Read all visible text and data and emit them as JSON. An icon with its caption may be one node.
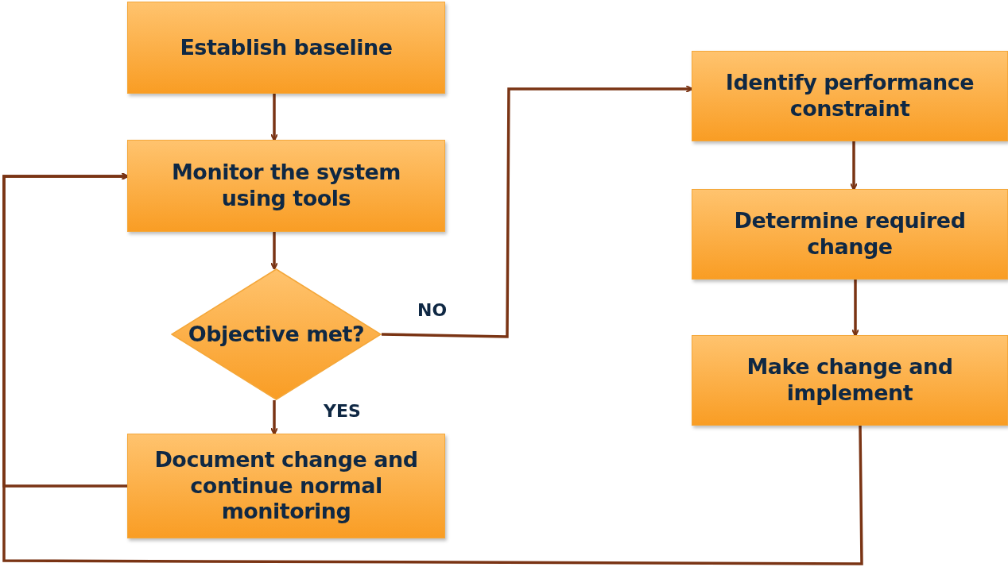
{
  "diagram": {
    "nodes": [
      {
        "text": [
          "Establish baseline"
        ]
      },
      {
        "text": [
          "Monitor the system using tools"
        ]
      },
      {
        "text": [
          "Objective met?"
        ]
      },
      {
        "text": [
          "Document change and continue normal monitoring"
        ]
      },
      {
        "text": [
          "Identify performance constraint"
        ]
      },
      {
        "text": [
          "Determine required change"
        ]
      },
      {
        "text": [
          "Make change and implement"
        ]
      }
    ],
    "edges": [
      {
        "from": 0,
        "to": 1,
        "arrow": "to"
      },
      {
        "from": 1,
        "to": 2,
        "arrow": "to"
      },
      {
        "from": 2,
        "to": 3,
        "arrow": "to",
        "label": "YES"
      },
      {
        "from": 2,
        "to": 4,
        "arrow": "to",
        "label": "NO"
      },
      {
        "from": 6,
        "to": 1,
        "arrow": "to"
      },
      {
        "from": 3,
        "to": 1,
        "arrow": "to"
      },
      {
        "from": 4,
        "to": 5,
        "arrow": "to"
      },
      {
        "from": 5,
        "to": 6,
        "arrow": "to"
      }
    ]
  }
}
